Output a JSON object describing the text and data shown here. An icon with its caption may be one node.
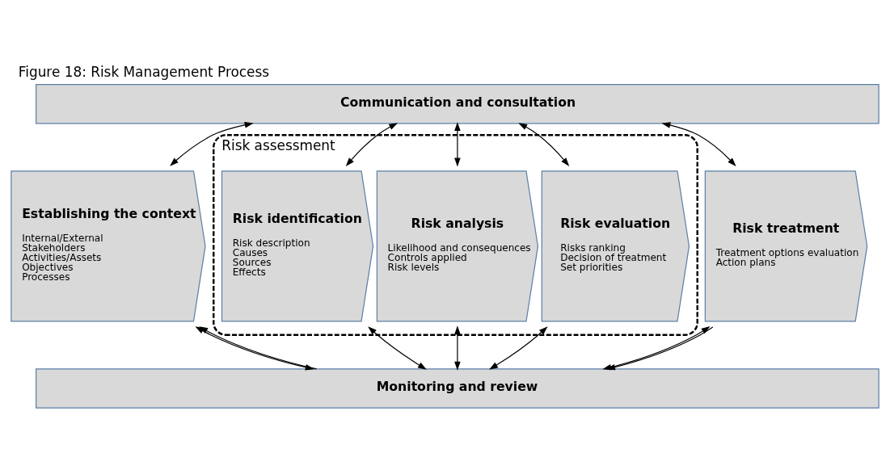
{
  "diagram": {
    "title": "Figure 18: Risk Management Process",
    "nodes": [
      {
        "text": [
          "Communication and consultation"
        ]
      },
      {
        "text": [
          "Establishing the context",
          "Internal/External",
          "Stakeholders",
          "Activities/Assets",
          "Objectives",
          "Processes"
        ]
      },
      {
        "text": [
          "Risk assessment"
        ]
      },
      {
        "text": [
          "Risk identification",
          "Risk description",
          "Causes",
          "Sources",
          "Effects"
        ],
        "in": 2
      },
      {
        "text": [
          "Risk analysis",
          "Likelihood and consequences",
          "Controls applied",
          "Risk levels"
        ],
        "in": 2
      },
      {
        "text": [
          "Risk evaluation",
          "Risks ranking",
          "Decision of treatment",
          "Set priorities"
        ],
        "in": 2
      },
      {
        "text": [
          "Risk treatment",
          "Treatment options evaluation",
          "Action plans"
        ]
      },
      {
        "text": [
          "Monitoring and review"
        ]
      }
    ],
    "edges": [
      {
        "from": 0,
        "to": 1,
        "arrow": "both"
      },
      {
        "from": 0,
        "to": 3,
        "arrow": "both"
      },
      {
        "from": 0,
        "to": 4,
        "arrow": "both"
      },
      {
        "from": 0,
        "to": 5,
        "arrow": "both"
      },
      {
        "from": 0,
        "to": 6,
        "arrow": "both"
      },
      {
        "from": 1,
        "to": 7,
        "arrow": "both"
      },
      {
        "from": 3,
        "to": 7,
        "arrow": "both"
      },
      {
        "from": 4,
        "to": 7,
        "arrow": "both"
      },
      {
        "from": 5,
        "to": 7,
        "arrow": "both"
      },
      {
        "from": 6,
        "to": 7,
        "arrow": "both"
      },
      {
        "from": 7,
        "to": 1,
        "arrow": "to"
      },
      {
        "from": 6,
        "to": 7,
        "arrow": "to"
      }
    ]
  }
}
